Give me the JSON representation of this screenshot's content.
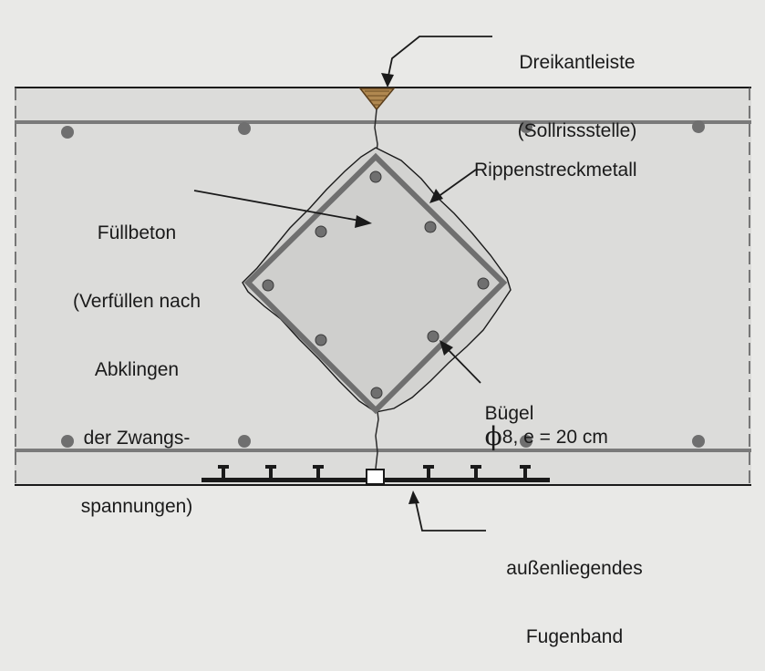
{
  "labels": {
    "dreikant_line1": "Dreikantleiste",
    "dreikant_line2": "(Sollrissstelle)",
    "fuell_line1": "Füllbeton",
    "fuell_line2": "(Verfüllen nach",
    "fuell_line3": "Abklingen",
    "fuell_line4": "der Zwangs-",
    "fuell_line5": "spannungen)",
    "rippen": "Rippenstreckmetall",
    "buegel_prefix": "Bügel",
    "buegel_symbol": "ϕ",
    "buegel_suffix": "8, e = 20 cm",
    "fugen_line1": "außenliegendes",
    "fugen_line2": "Fugenband"
  },
  "colors": {
    "background": "#e9e9e7",
    "concrete": "#dcdcda",
    "infill": "#cfcfcd",
    "rebar": "#6f6f6f",
    "wood": "#b08850",
    "lines": "#1a1a1a"
  }
}
